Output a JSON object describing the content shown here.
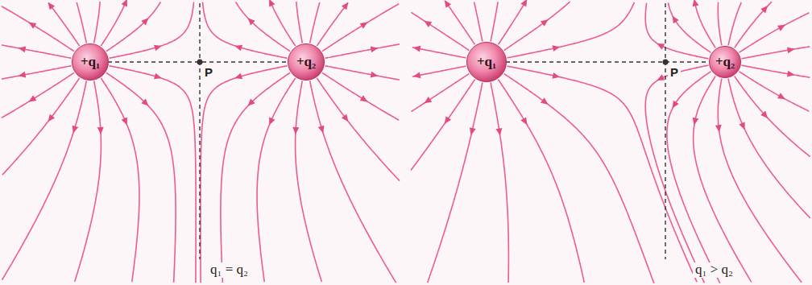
{
  "diagram": {
    "nodes": [
      {
        "text": [
          "+q₁"
        ]
      },
      {
        "text": [
          "+q₂"
        ]
      },
      {
        "text": [
          "+q₁"
        ]
      },
      {
        "text": [
          "+q₂"
        ]
      }
    ],
    "labels": [
      "P",
      "q₁ = q₂",
      "P",
      "q₁ > q₂"
    ]
  }
}
